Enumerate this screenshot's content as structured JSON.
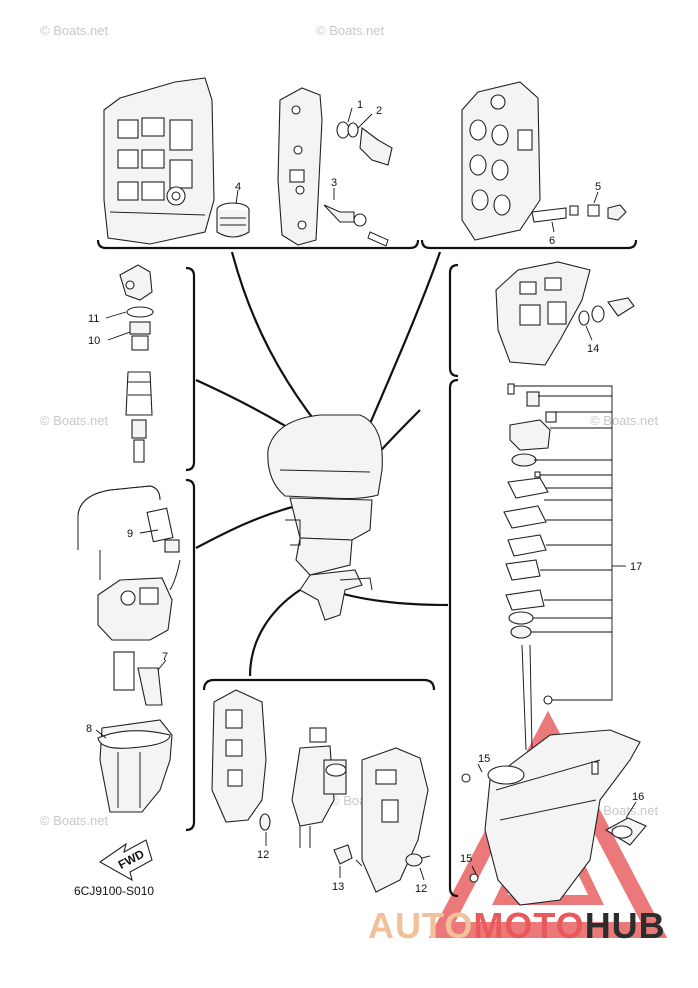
{
  "watermark": "© Boats.net",
  "diagram_code": "6CJ9100-S010",
  "fwd_label": "FWD",
  "brand": {
    "part1": "AUTO",
    "part2": "MOTO",
    "part3": "HUB"
  },
  "callouts": {
    "c1": "1",
    "c2": "2",
    "c3": "3",
    "c4": "4",
    "c5": "5",
    "c6": "6",
    "c7": "7",
    "c8": "8",
    "c9": "9",
    "c10": "10",
    "c11": "11",
    "c12a": "12",
    "c12b": "12",
    "c13": "13",
    "c14": "14",
    "c15a": "15",
    "c15b": "15",
    "c16": "16",
    "c17": "17"
  },
  "colors": {
    "line": "#222222",
    "watermark": "#c8c8c8",
    "logo_red": "#e9595c",
    "logo_peach": "#f2c09a"
  }
}
